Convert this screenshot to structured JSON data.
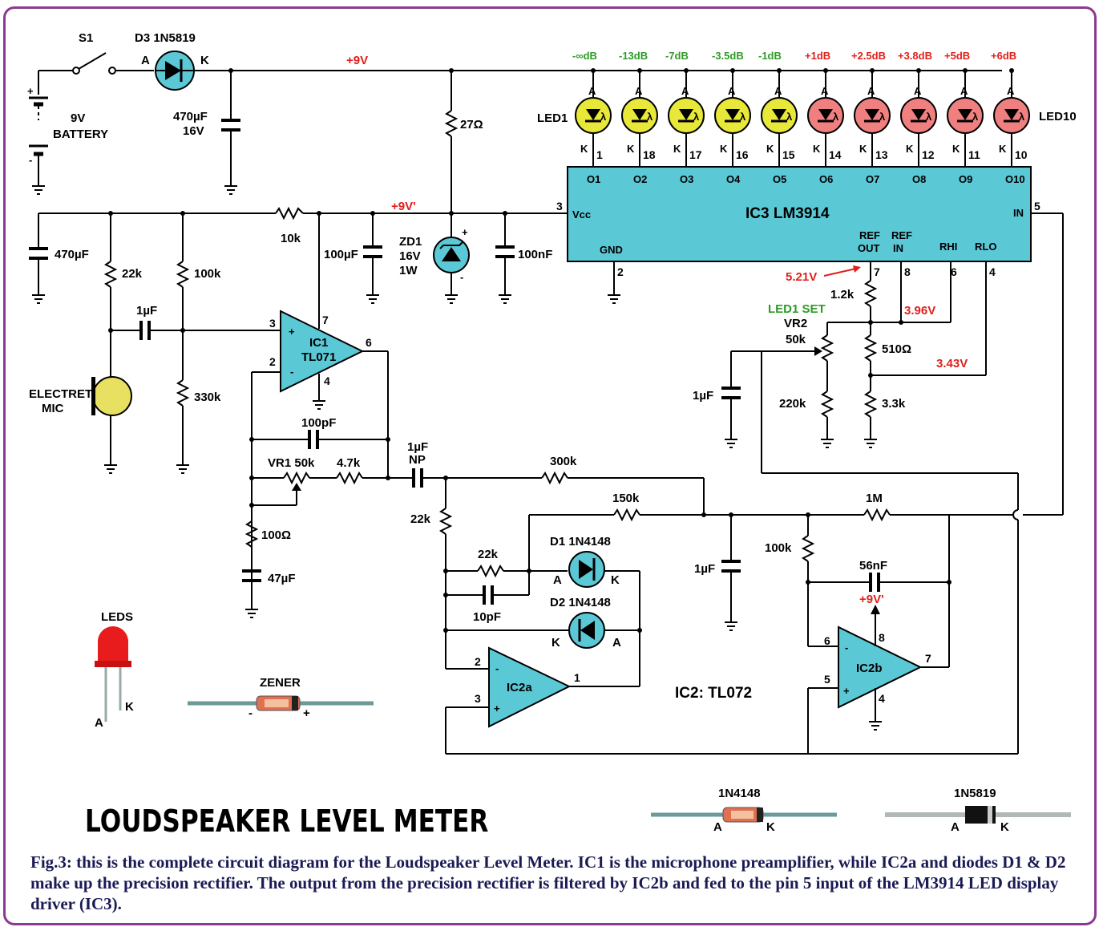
{
  "title": "LOUDSPEAKER LEVEL METER",
  "caption": "Fig.3: this is the complete circuit diagram for the Loudspeaker Level Meter. IC1 is the microphone preamplifier, while IC2a and diodes D1 & D2 make up the precision rectifier. The output from the precision rectifier is filtered by IC2b and fed to the pin 5 input of the LM3914 LED display driver (IC3).",
  "colors": {
    "ic_fill": "#5bc8d6",
    "led_yellow": "#e8e83a",
    "led_red": "#f08080",
    "label_red": "#e0201a",
    "label_green": "#2f9a28",
    "border": "#8b3a8f"
  },
  "labels": {
    "s1": "S1",
    "d3": "D3 1N5819",
    "a": "A",
    "k": "K",
    "v9": "+9V",
    "v9p": "+9V'",
    "batt_v": "9V",
    "batt": "BATTERY",
    "c470_16": "470µF",
    "v16": "16V",
    "r27": "27Ω",
    "c470": "470µF",
    "r10k": "10k",
    "c100u": "100µF",
    "zd1": "ZD1",
    "zd1v": "16V",
    "zd1w": "1W",
    "c100n": "100nF",
    "r22k": "22k",
    "r100k": "100k",
    "c1u": "1µF",
    "r330k": "330k",
    "mic1": "ELECTRET",
    "mic2": "MIC",
    "ic1a": "IC1",
    "ic1b": "TL071",
    "c100p": "100pF",
    "vr1": "VR1 50k",
    "r4k7": "4.7k",
    "c1np1": "1µF",
    "c1np2": "NP",
    "r100": "100Ω",
    "c47": "47µF",
    "r300k": "300k",
    "r150k": "150k",
    "r1m": "1M",
    "r22k2": "22k",
    "r22k3": "22k",
    "c10p": "10pF",
    "d1": "D1 1N4148",
    "d2": "D2 1N4148",
    "ic2a": "IC2a",
    "ic2b": "IC2b",
    "ic2": "IC2: TL072",
    "c1u2": "1µF",
    "r100k2": "100k",
    "c56n": "56nF",
    "ic3": "IC3  LM3914",
    "vcc": "Vcc",
    "gnd": "GND",
    "in": "IN",
    "refout1": "REF",
    "refout2": "OUT",
    "refin1": "REF",
    "refin2": "IN",
    "rhi": "RHI",
    "rlo": "RLO",
    "v521": "5.21V",
    "v396": "3.96V",
    "v343": "3.43V",
    "r1k2": "1.2k",
    "r510": "510Ω",
    "r3k3": "3.3k",
    "r220k": "220k",
    "led1set": "LED1 SET",
    "vr2": "VR2",
    "vr2v": "50k",
    "c1u3": "1µF",
    "led1": "LED1",
    "led10": "LED10",
    "leds": "LEDS",
    "zener": "ZENER",
    "zm": "-",
    "zp": "+",
    "n4148": "1N4148",
    "n5819": "1N5819"
  },
  "db_labels": [
    "-∞dB",
    "-13dB",
    "-7dB",
    "-3.5dB",
    "-1dB",
    "+1dB",
    "+2.5dB",
    "+3.8dB",
    "+5dB",
    "+6dB"
  ],
  "led_pins": [
    "1",
    "18",
    "17",
    "16",
    "15",
    "14",
    "13",
    "12",
    "11",
    "10"
  ],
  "outputs": [
    "O1",
    "O2",
    "O3",
    "O4",
    "O5",
    "O6",
    "O7",
    "O8",
    "O9",
    "O10"
  ],
  "pins": {
    "p3": "3",
    "p2": "2",
    "p7": "7",
    "p6": "6",
    "p4": "4",
    "p5": "5",
    "p8": "8",
    "p1": "1"
  }
}
